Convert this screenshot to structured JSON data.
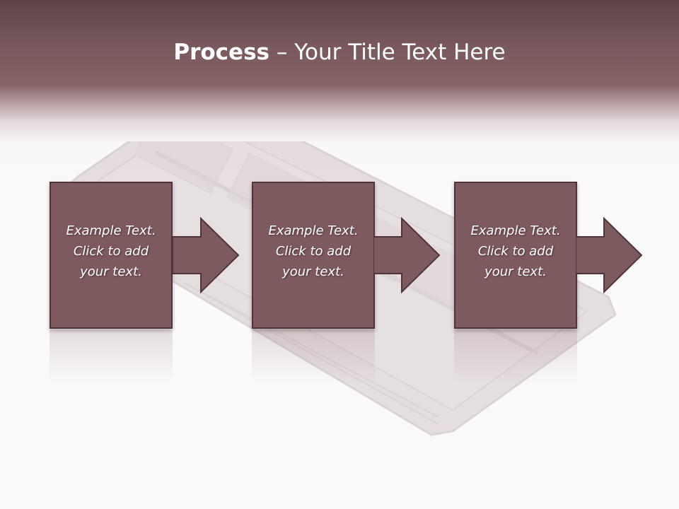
{
  "slide": {
    "title_bold": "Process",
    "title_rest": " – Your Title Text Here"
  },
  "steps": [
    {
      "line1": "Example Text.",
      "line2": "Click  to add",
      "line3": "your text."
    },
    {
      "line1": "Example Text.",
      "line2": "Click  to add",
      "line3": "your text."
    },
    {
      "line1": "Example Text.",
      "line2": "Click  to add",
      "line3": "your text."
    }
  ],
  "colors": {
    "header": "#7a5a5e",
    "box_fill": "#7d5a5e",
    "box_border": "#4f3538",
    "text": "#ffffff"
  }
}
